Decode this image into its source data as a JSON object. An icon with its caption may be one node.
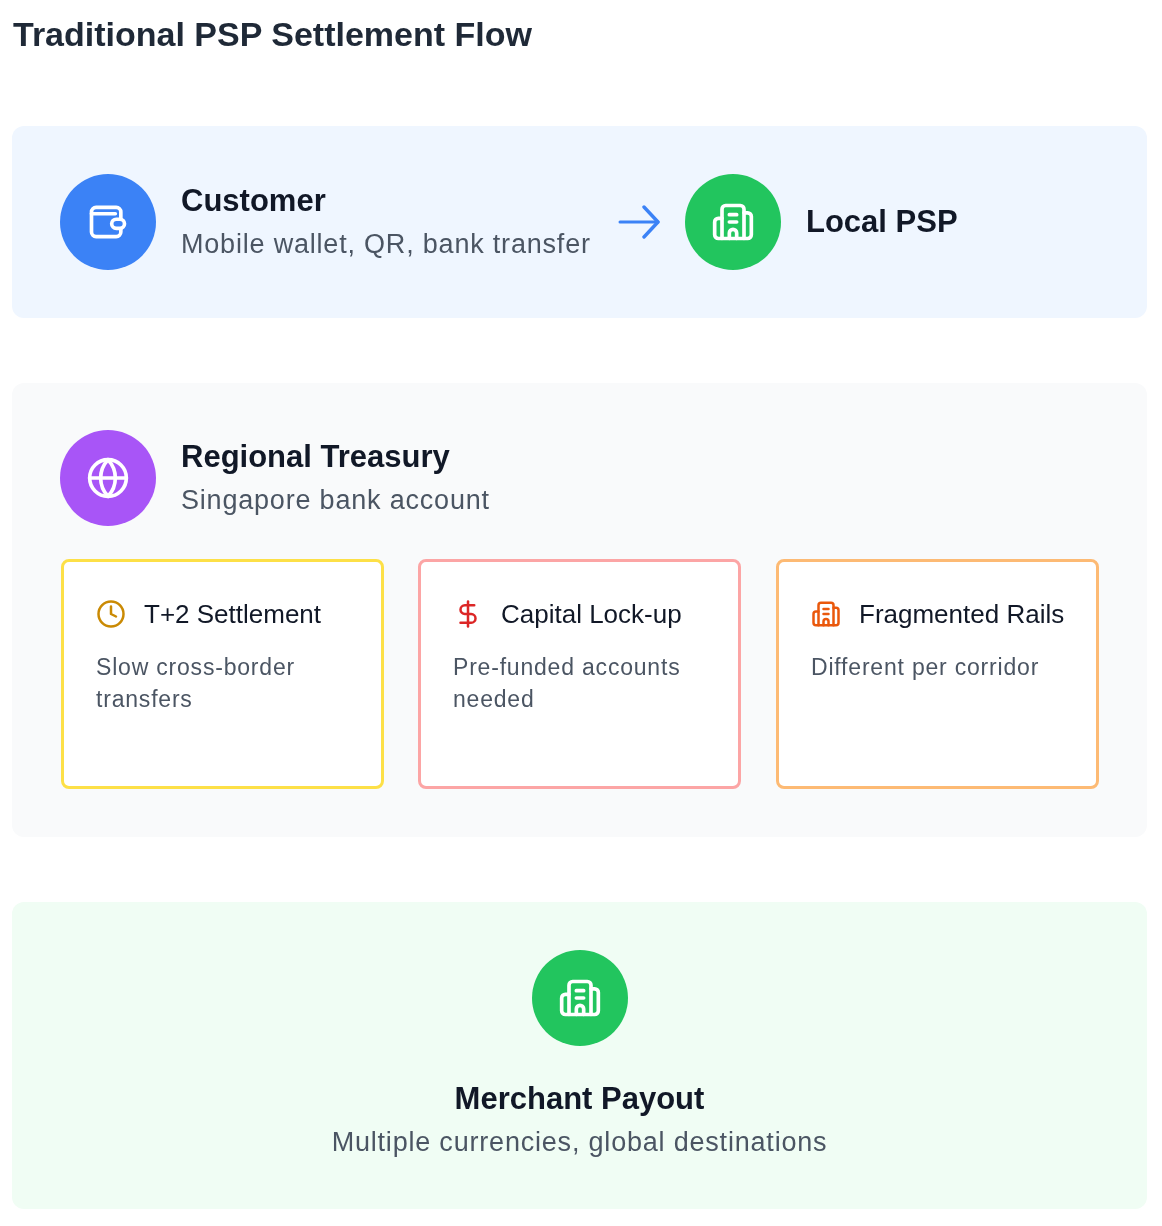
{
  "diagram": {
    "title": "Traditional PSP Settlement Flow",
    "nodes": [
      {
        "text": [],
        "shape": "box"
      },
      {
        "text": [
          "Customer",
          "Mobile wallet, QR, bank transfer"
        ],
        "in": 0
      },
      {
        "text": [
          "Local PSP"
        ],
        "in": 0
      },
      {
        "text": [
          "Regional Treasury",
          "Singapore bank account"
        ]
      },
      {
        "text": [
          "T+2 Settlement",
          "Slow cross-border transfers"
        ],
        "in": 3
      },
      {
        "text": [
          "Capital Lock-up",
          "Pre-funded accounts needed"
        ],
        "in": 3
      },
      {
        "text": [
          "Fragmented Rails",
          "Different per corridor"
        ],
        "in": 3
      },
      {
        "text": [
          "Merchant Payout",
          "Multiple currencies, global destinations"
        ]
      }
    ],
    "edges": [
      {
        "from": 1,
        "to": 2,
        "arrow": "to"
      }
    ]
  }
}
